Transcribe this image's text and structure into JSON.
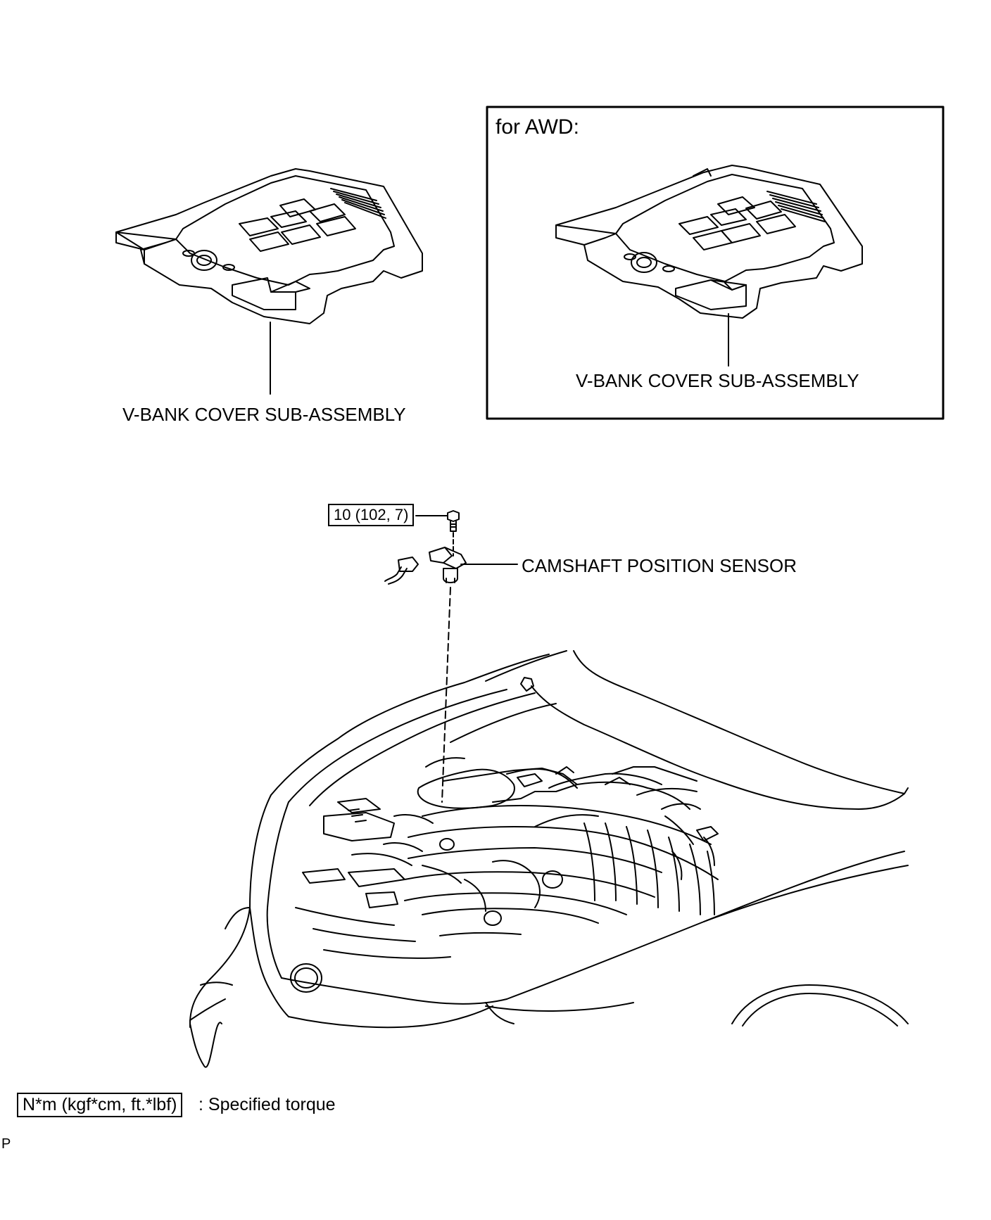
{
  "awd_box": {
    "title": "for AWD:",
    "cover_label": "V-BANK COVER SUB-ASSEMBLY"
  },
  "standard": {
    "cover_label": "V-BANK COVER SUB-ASSEMBLY"
  },
  "sensor": {
    "torque_value": "10 (102, 7)",
    "label": "CAMSHAFT POSITION SENSOR"
  },
  "legend": {
    "unit_box": "N*m (kgf*cm, ft.*lbf)",
    "description": ": Specified torque"
  },
  "footer": {
    "code": "P"
  },
  "colors": {
    "line": "#000000",
    "background": "#ffffff"
  }
}
